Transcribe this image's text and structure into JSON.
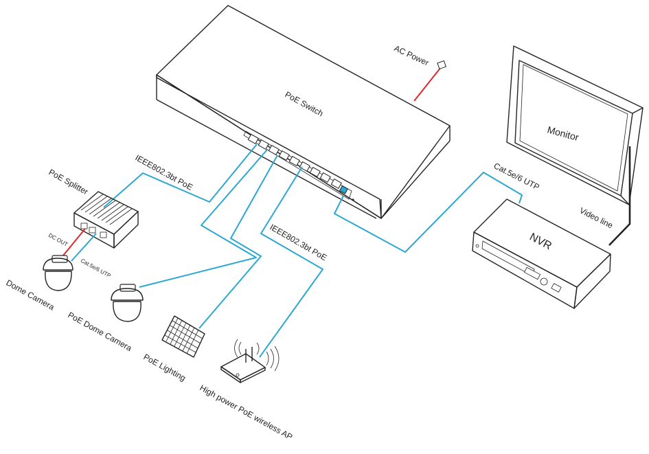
{
  "colors": {
    "cable_utp": "#2aa7d3",
    "cable_power": "#e0262a",
    "outline": "#222222"
  },
  "labels": {
    "switch": "PoE Switch",
    "ac_power": "AC Power",
    "monitor": "Monitor",
    "nvr": "NVR",
    "video_line": "Video line",
    "cat_top": "Cat.5e/6 UTP",
    "poe_ieee_1": "IEEE802.3bt PoE",
    "poe_ieee_2": "IEEE802.3bt PoE",
    "splitter": "PoE Splitter",
    "dc_out": "DC  OUT",
    "cat_small": "Cat.5e/6 UTP",
    "dome_camera": "Dome Camera",
    "poe_dome_camera": "PoE Dome Camera",
    "poe_lighting": "PoE Lighting",
    "wireless_ap": "High power PoE wireless AP"
  },
  "icons": [
    "poe-switch-icon",
    "power-outlet-icon",
    "monitor-icon",
    "nvr-icon",
    "poe-splitter-icon",
    "dome-camera-icon",
    "poe-dome-camera-icon",
    "poe-lighting-panel-icon",
    "wireless-ap-icon"
  ]
}
